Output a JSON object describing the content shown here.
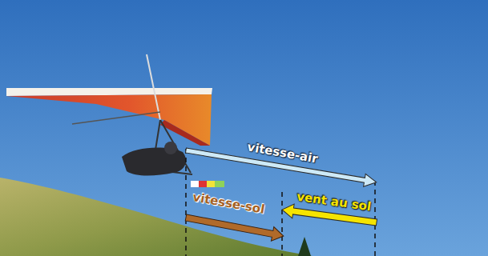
{
  "diagram": {
    "labels": [
      "vitesse-air",
      "vent au sol",
      "vitesse-sol"
    ]
  }
}
